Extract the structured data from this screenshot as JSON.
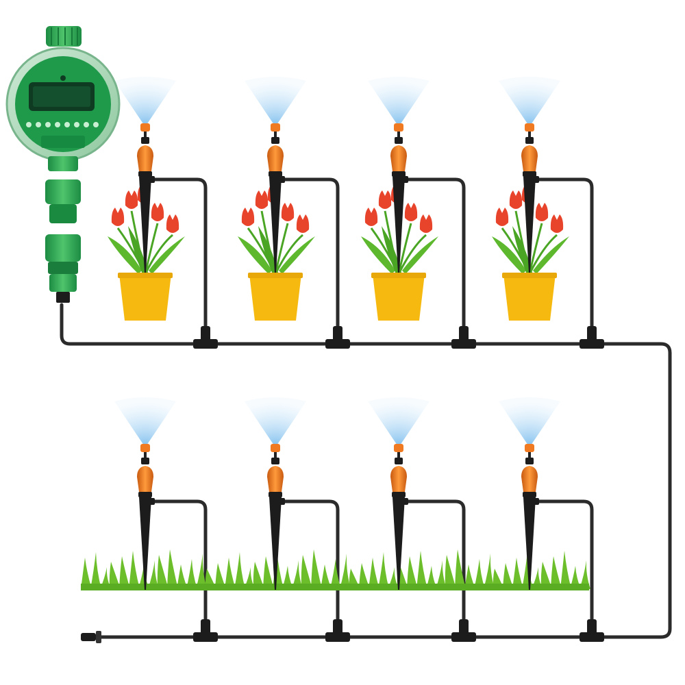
{
  "scene": {
    "rows": [
      {
        "id": "pots",
        "ground": "pot",
        "sprinkler_count": 4
      },
      {
        "id": "lawn",
        "ground": "grass",
        "sprinkler_count": 4
      }
    ]
  },
  "colors": {
    "background": "#ffffff",
    "hose": "#2b2b2b",
    "timer_green": "#1e9a4a",
    "timer_light": "#4cc06a",
    "timer_screen": "#0f3b22",
    "nozzle_orange": "#f07a22",
    "stake_black": "#1c1c1c",
    "spray_blue": "#a9d4f2",
    "tulip_red": "#e8432b",
    "leaf_green": "#5db82e",
    "pot_yellow": "#f6b90f",
    "grass_green": "#6cbf2a"
  },
  "icons": {
    "timer": "water-timer-icon",
    "connector": "quick-connector-icon",
    "sprinkler": "sprinkler-stake-icon",
    "flower": "tulip-pot-icon",
    "grass": "grass-icon",
    "tee": "tee-fitting-icon",
    "end_plug": "end-plug-icon"
  }
}
